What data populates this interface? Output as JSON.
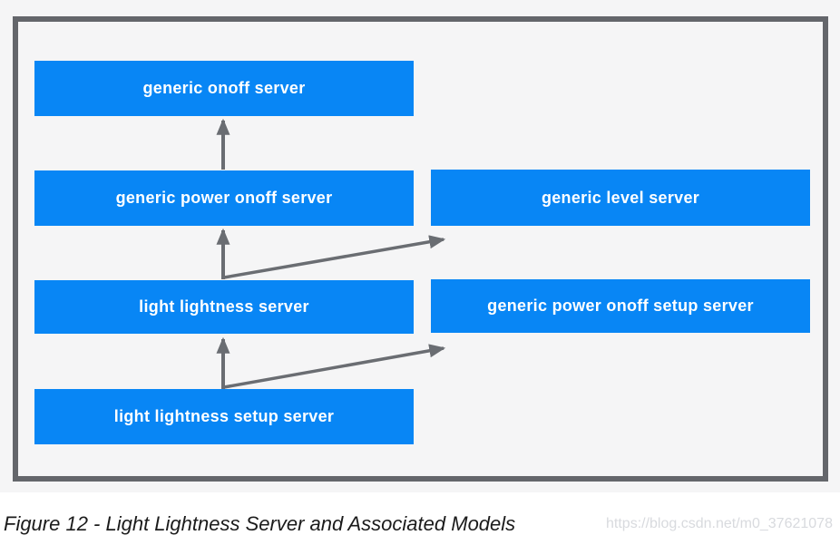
{
  "diagram": {
    "nodes": [
      {
        "id": "generic-onoff-server",
        "label": "generic onoff server"
      },
      {
        "id": "generic-power-onoff-server",
        "label": "generic power onoff server"
      },
      {
        "id": "generic-level-server",
        "label": "generic level server"
      },
      {
        "id": "light-lightness-server",
        "label": "light lightness server"
      },
      {
        "id": "generic-power-onoff-setup-server",
        "label": "generic power onoff setup server"
      },
      {
        "id": "light-lightness-setup-server",
        "label": "light lightness setup server"
      }
    ],
    "edges": [
      {
        "from": "generic-power-onoff-server",
        "to": "generic-onoff-server"
      },
      {
        "from": "light-lightness-server",
        "to": "generic-power-onoff-server"
      },
      {
        "from": "light-lightness-server",
        "to": "generic-level-server"
      },
      {
        "from": "light-lightness-setup-server",
        "to": "light-lightness-server"
      },
      {
        "from": "light-lightness-setup-server",
        "to": "generic-power-onoff-setup-server"
      }
    ],
    "colors": {
      "node_fill": "#0886f5",
      "node_text": "#ffffff",
      "arrow": "#6a6d72",
      "frame_border": "#64666b",
      "canvas_bg": "#f5f5f6"
    }
  },
  "caption": {
    "text": "Figure 12 - Light Lightness Server and Associated Models"
  },
  "watermark": {
    "text": "https://blog.csdn.net/m0_37621078"
  }
}
